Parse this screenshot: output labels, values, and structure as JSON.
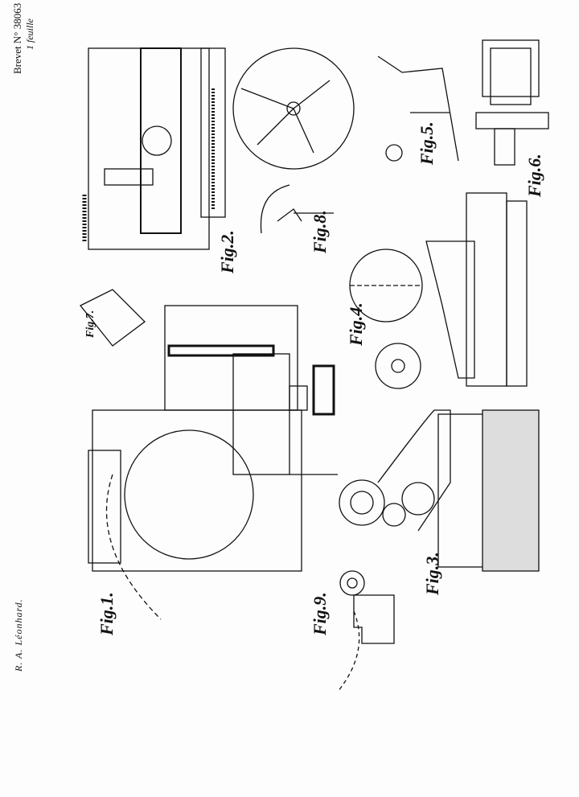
{
  "header": {
    "patent_number": "Brevet N° 38063",
    "sheet": "1 feuille"
  },
  "author": "R. A. Léonhard.",
  "figures": [
    {
      "label": "Fig.1."
    },
    {
      "label": "Fig.2."
    },
    {
      "label": "Fig.3."
    },
    {
      "label": "Fig.4."
    },
    {
      "label": "Fig.5."
    },
    {
      "label": "Fig.6."
    },
    {
      "label": "Fig.7."
    },
    {
      "label": "Fig.8."
    },
    {
      "label": "Fig.9."
    }
  ]
}
